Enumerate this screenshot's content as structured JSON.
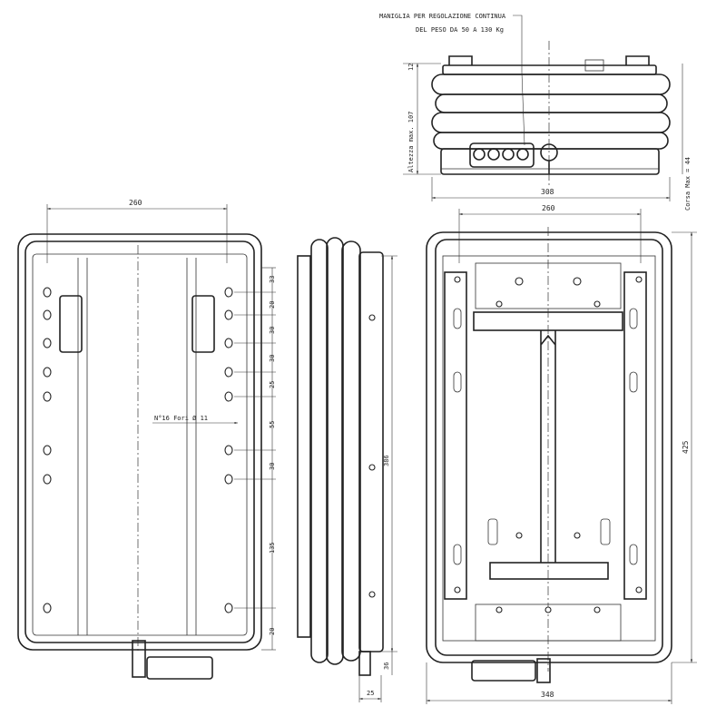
{
  "note": {
    "line1": "MANIGLIA PER REGOLAZIONE CONTINUA",
    "line2": "DEL PESO DA 50 A 130 Kg"
  },
  "top_view": {
    "height_label": "Altezza max. 107",
    "dim_12": "12",
    "width_308": "308",
    "stroke_label": "Corsa Max = 44"
  },
  "left_view": {
    "width_260": "260",
    "holes_label": "N°16 Fori Ø 11",
    "dims_right": [
      "33",
      "20",
      "30",
      "30",
      "25",
      "55",
      "30",
      "135",
      "20"
    ]
  },
  "side_view": {
    "length_386": "386",
    "dim_36": "36",
    "dim_25": "25"
  },
  "right_view": {
    "width_260": "260",
    "width_348": "348",
    "height_425": "425"
  }
}
